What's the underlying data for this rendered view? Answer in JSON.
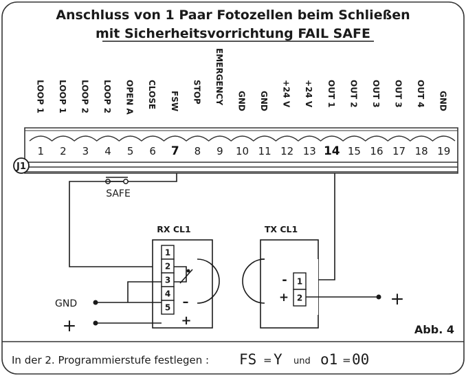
{
  "title": {
    "line1": "Anschluss von 1 Paar Fotozellen beim Schließen",
    "line2": "mit Sicherheitsvorrichtung FAIL SAFE"
  },
  "terminal_block": {
    "name": "J1",
    "labels": [
      "LOOP 1",
      "LOOP 1",
      "LOOP 2",
      "LOOP 2",
      "OPEN A",
      "CLOSE",
      "FSW",
      "STOP",
      "EMERGENCY",
      "GND",
      "GND",
      "+24 V",
      "+24 V",
      "OUT 1",
      "OUT 2",
      "OUT 3",
      "OUT 3",
      "OUT 4",
      "GND"
    ],
    "numbers": [
      "1",
      "2",
      "3",
      "4",
      "5",
      "6",
      "7",
      "8",
      "9",
      "10",
      "11",
      "12",
      "13",
      "14",
      "15",
      "16",
      "17",
      "18",
      "19"
    ]
  },
  "safe_label": "SAFE",
  "rx": {
    "title": "RX CL1",
    "pins": [
      "1",
      "2",
      "3",
      "4",
      "5"
    ],
    "minus": "–",
    "plus": "+"
  },
  "tx": {
    "title": "TX CL1",
    "pins": [
      "1",
      "2"
    ],
    "minus": "-",
    "plus": "+"
  },
  "gnd_label": "GND",
  "plus_symbol": "+",
  "figure_label": "Abb. 4",
  "footer": {
    "text": "In der 2. Programmierstufe festlegen :",
    "param1": "FS",
    "eq1": "=",
    "val1": "Y",
    "und": "und",
    "param2": "o1",
    "eq2": "=",
    "val2": "00"
  }
}
